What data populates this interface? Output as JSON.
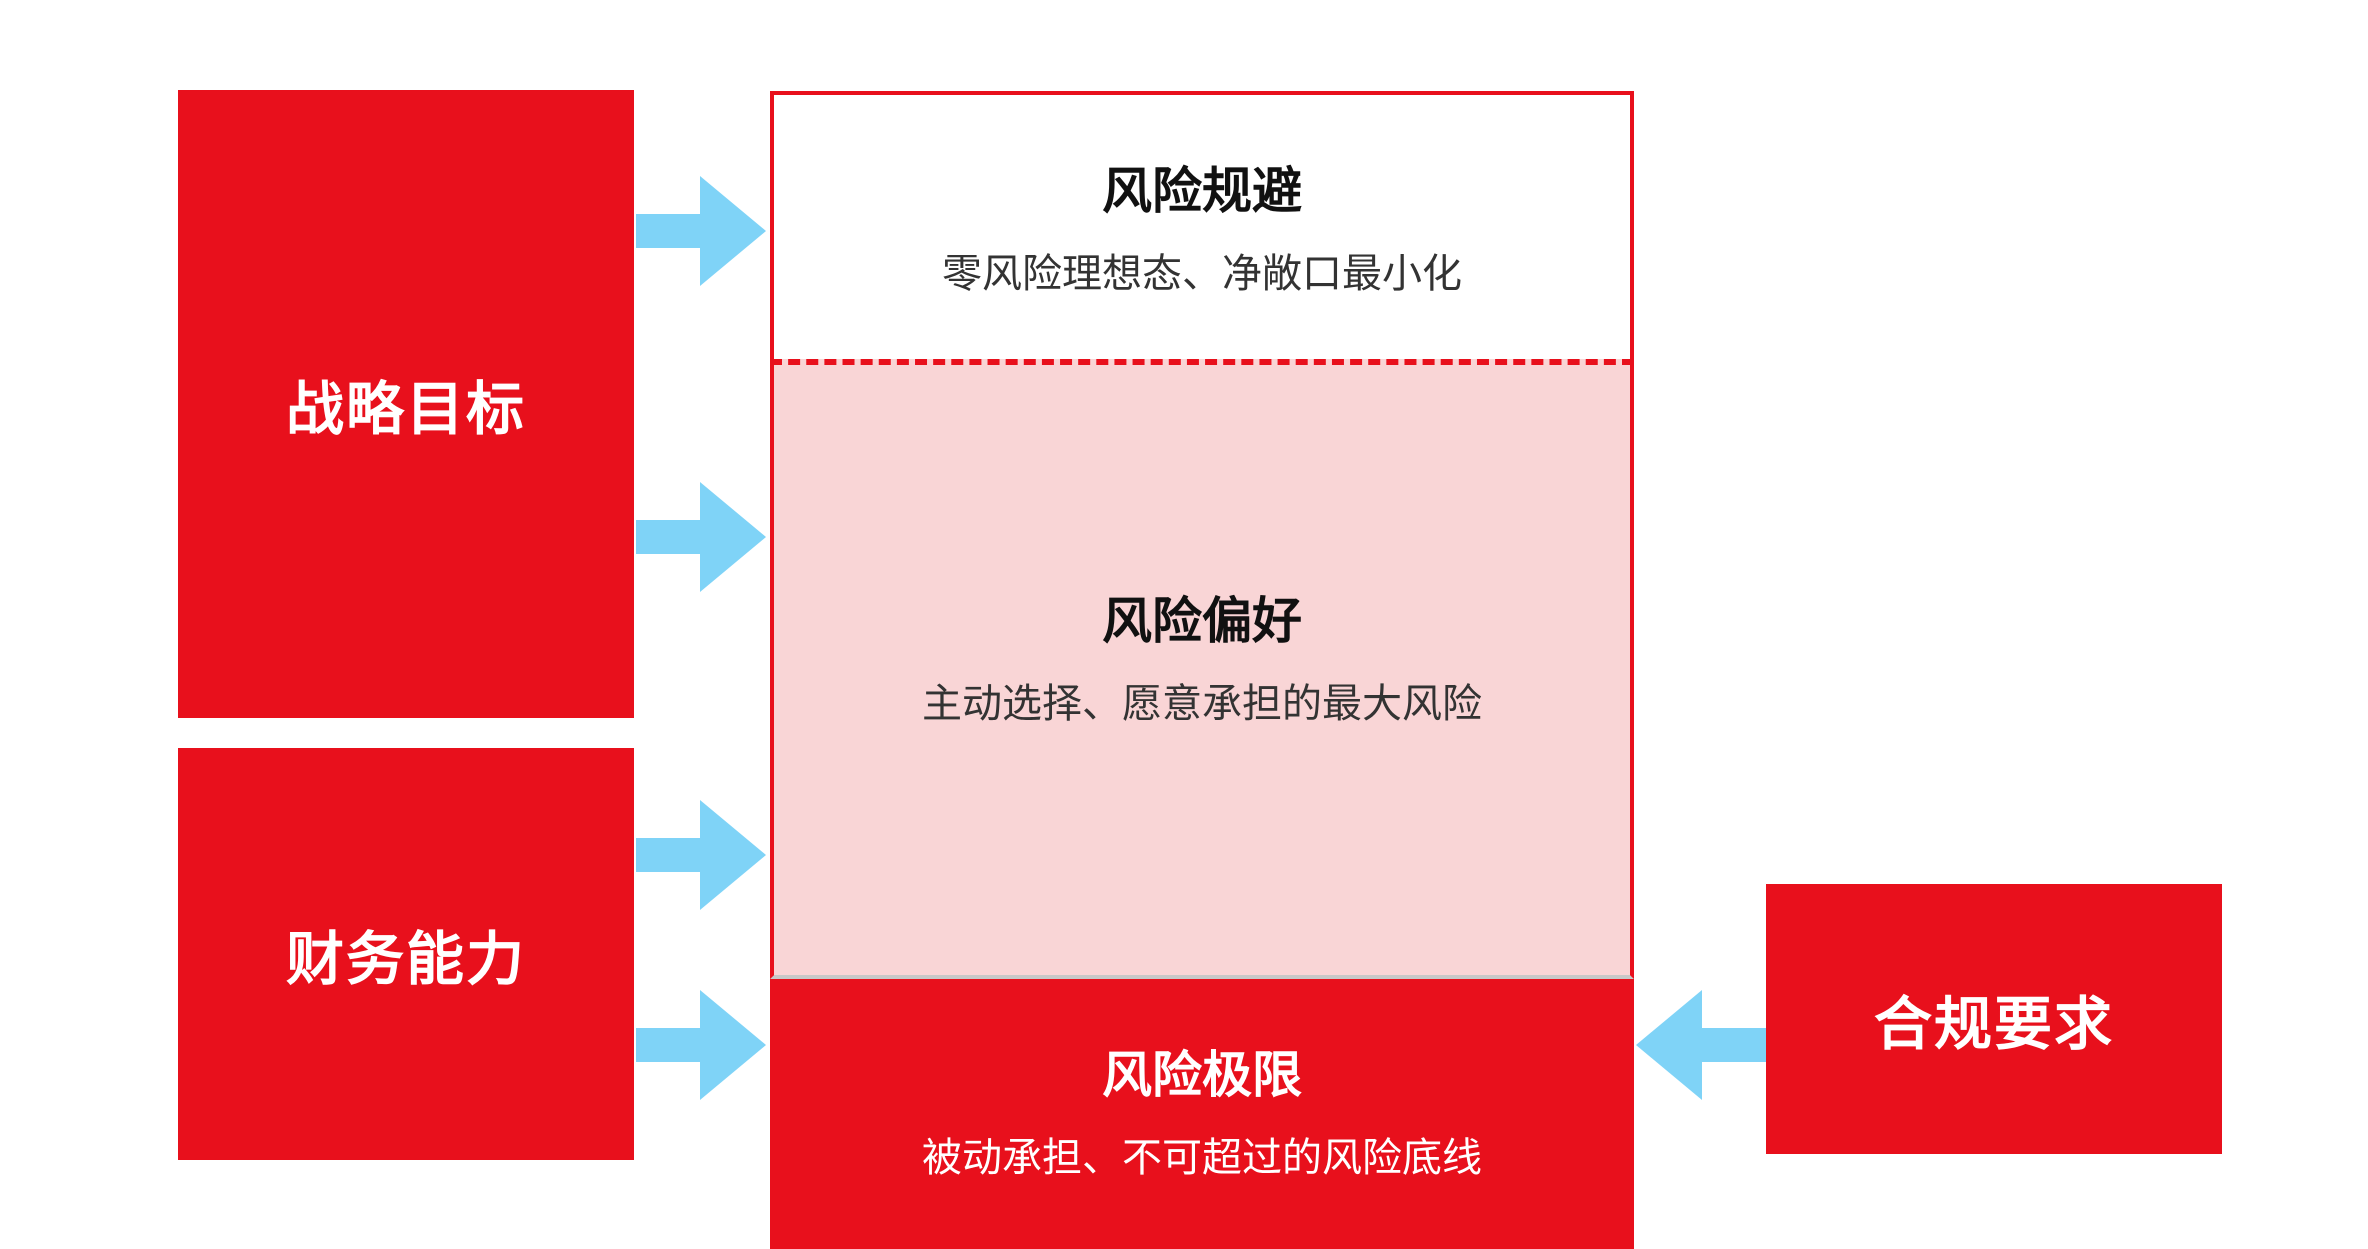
{
  "left_boxes": {
    "strategy_label": "战略目标",
    "finance_label": "财务能力"
  },
  "right_box": {
    "compliance_label": "合规要求"
  },
  "center": {
    "avoid": {
      "title": "风险规避",
      "desc": "零风险理想态、净敞口最小化"
    },
    "appetite": {
      "title": "风险偏好",
      "desc": "主动选择、愿意承担的最大风险"
    },
    "limit": {
      "title": "风险极限",
      "desc": "被动承担、不可超过的风险底线"
    }
  },
  "colors": {
    "primary_red": "#e8101c",
    "appetite_pink": "#f9d5d6",
    "arrow_blue": "#7fd3f7"
  },
  "icons": {
    "arrow": "arrow-right-icon",
    "arrow_left": "arrow-left-icon"
  }
}
